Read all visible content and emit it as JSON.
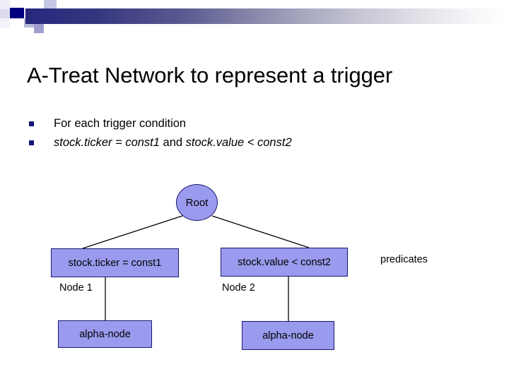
{
  "slide": {
    "title": "A-Treat Network to represent a trigger",
    "background_color": "#ffffff"
  },
  "header": {
    "gradient_from": "#27277d",
    "gradient_to": "#ffffff",
    "decoration_squares": [
      {
        "name": "deco-square-dark-navy",
        "color": "#000080"
      },
      {
        "name": "deco-square-light-lavender",
        "color": "#ccccee"
      },
      {
        "name": "deco-square-medium-lavender",
        "color": "#9999cc"
      },
      {
        "name": "deco-square-pale",
        "color": "#e4e4f2"
      }
    ]
  },
  "bullets": {
    "marker_color": "#13137a",
    "items": [
      {
        "id": "bullet-trigger-condition",
        "text": "For each trigger condition",
        "segments": [
          {
            "text": "For each trigger condition",
            "italic": false
          }
        ]
      },
      {
        "id": "bullet-trigger-expression",
        "text": "stock.ticker = const1 and stock.value < const2",
        "segments": [
          {
            "text": "stock.ticker = const1 ",
            "italic": true
          },
          {
            "text": "and ",
            "italic": false
          },
          {
            "text": "stock.value < const2",
            "italic": true
          }
        ]
      }
    ]
  },
  "diagram": {
    "type": "tree",
    "node_fill": "#9a9aee",
    "node_border": "#18186e",
    "edge_color": "#000000",
    "nodes": {
      "root": {
        "label": "Root",
        "shape": "ellipse"
      },
      "predicate_1": {
        "label": "stock.ticker = const1",
        "shape": "rect"
      },
      "predicate_2": {
        "label": "stock.value < const2",
        "shape": "rect"
      },
      "alpha_1": {
        "label": "alpha-node",
        "shape": "rect"
      },
      "alpha_2": {
        "label": "alpha-node",
        "shape": "rect"
      }
    },
    "labels": {
      "node_1": "Node 1",
      "node_2": "Node 2",
      "predicates": "predicates"
    },
    "edges": [
      {
        "from": "root",
        "to": "predicate_1"
      },
      {
        "from": "root",
        "to": "predicate_2"
      },
      {
        "from": "predicate_1",
        "to": "alpha_1"
      },
      {
        "from": "predicate_2",
        "to": "alpha_2"
      }
    ]
  }
}
